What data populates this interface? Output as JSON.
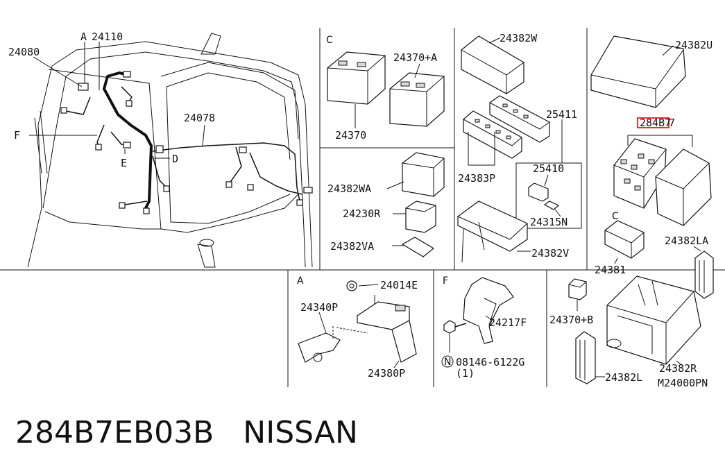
{
  "sections": {
    "C": "C",
    "A": "A",
    "F": "F"
  },
  "car": {
    "labels": {
      "p24080": "24080",
      "A": "A",
      "p24110": "24110",
      "F": "F",
      "p24078": "24078",
      "E": "E",
      "D": "D"
    }
  },
  "batteries": {
    "p24370A": "24370+A",
    "p24370": "24370"
  },
  "relays": {
    "p24382WA": "24382WA",
    "p24230R": "24230R",
    "p24382VA": "24382VA"
  },
  "fusebox_mid": {
    "p24382W": "24382W",
    "p25411": "25411",
    "p24383P": "24383P",
    "p25410": "25410",
    "p24315N": "24315N",
    "p24382V": "24382V"
  },
  "fusebox_right": {
    "p24382U": "24382U",
    "p284B7": "284B7",
    "C": "C",
    "p24382LA": "24382LA",
    "p24381": "24381"
  },
  "bracket": {
    "p24014E": "24014E",
    "p24340P": "24340P",
    "p24380P": "24380P"
  },
  "bolt": {
    "p24217F": "24217F",
    "N": "N",
    "p08146": "08146-6122G",
    "qty": "(1)"
  },
  "housing": {
    "p24370B": "24370+B",
    "p24382R": "24382R",
    "p24382L": "24382L",
    "p_code": "M24000PN"
  },
  "highlight_color": "#e0201c",
  "caption": {
    "part_number": "284B7EB03B",
    "brand": "NISSAN"
  }
}
